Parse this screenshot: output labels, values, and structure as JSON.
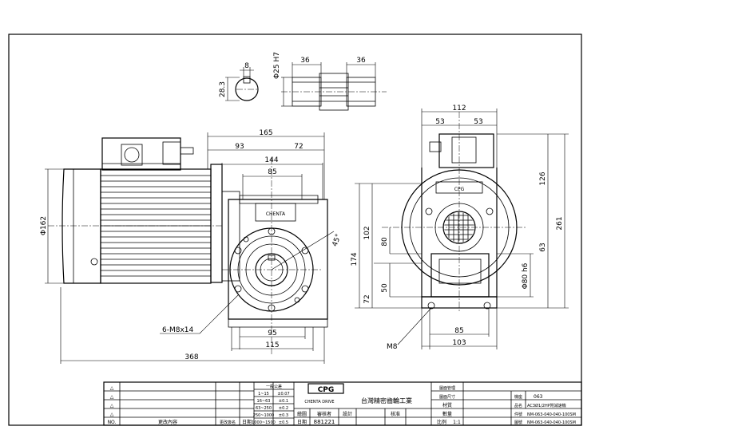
{
  "drawing": {
    "shaft_detail": {
      "key_width": "8",
      "key_height": "28.3",
      "bore": "Φ25 H7",
      "left_length": "36",
      "right_length": "36"
    },
    "side_view": {
      "overall_length": "368",
      "motor_diameter": "Φ162",
      "top_total": "165",
      "top_left": "93",
      "top_right": "72",
      "flange_width": "144",
      "inner_width": "85",
      "base_inner": "95",
      "base_outer": "115",
      "bolt_callout": "6-M8x14",
      "angle": "45°",
      "logo_small": "CHENTA"
    },
    "front_view": {
      "top_total": "112",
      "top_left": "53",
      "top_right": "53",
      "height_upper": "126",
      "total_height": "261",
      "lower_63": "63",
      "height_174": "174",
      "height_102": "102",
      "height_80": "80",
      "height_72": "72",
      "height_50": "50",
      "flange_dia": "Φ80 h6",
      "base_inner": "85",
      "base_outer": "103",
      "bolt_callout": "M8",
      "logo": "CPG"
    }
  },
  "title_block": {
    "rev_rows": [
      "△",
      "△",
      "△",
      "△"
    ],
    "no_label": "NO.",
    "change_content_label": "更改內容",
    "change_sign_label": "更改簽名",
    "date_label": "日期",
    "tolerance_title": "一般公差",
    "tolerances": [
      [
        "1~15",
        "±0.07"
      ],
      [
        "16~63",
        "±0.1"
      ],
      [
        "63~250",
        "±0.2"
      ],
      [
        "250~1000",
        "±0.3"
      ],
      [
        "1000~1500",
        "±0.5"
      ]
    ],
    "logo_text": "CPG",
    "logo_sub": "CHENTA DRIVE",
    "company": "台灣精密齒輪工業",
    "role_labels": [
      "繪圖",
      "審核者",
      "設計",
      "核准",
      "日期"
    ],
    "date_value": "881221",
    "doc_label_1": "圖面管理",
    "doc_label_2": "圖面尺寸",
    "material_label": "材質",
    "qty_label": "數量",
    "scale_label": "比例",
    "scale_value": "1:1",
    "frame_label": "機座",
    "frame_value": "063",
    "name_label": "品名",
    "name_value": "AC3Ø1/2HP附減速機",
    "part_no_label": "件號",
    "part_no_value": "NM-063-040-040-100SM",
    "drawing_no_label": "圖號",
    "drawing_no_value": "NM-063-040-040-100SM"
  }
}
